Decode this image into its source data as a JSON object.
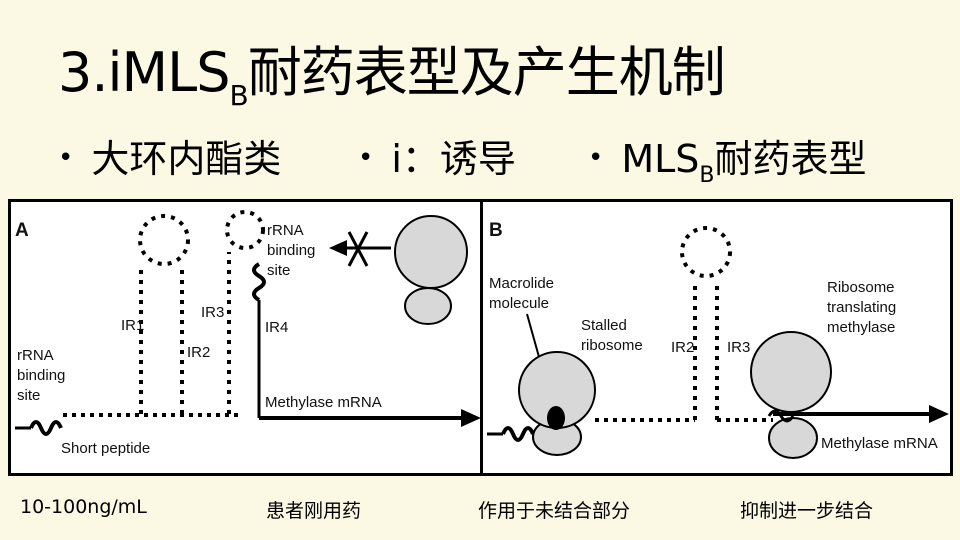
{
  "title": {
    "prefix": "3.iMLS",
    "sub": "B",
    "suffix": "耐药表型及产生机制"
  },
  "bullets": [
    {
      "text": "大环内酯类"
    },
    {
      "text": "i：诱导"
    },
    {
      "prefix": "MLS",
      "sub": "B",
      "suffix": "耐药表型"
    }
  ],
  "panel_a": {
    "letter": "A",
    "rrna_left": [
      "rRNA",
      "binding",
      "site"
    ],
    "ir1": "IR1",
    "ir2": "IR2",
    "ir3": "IR3",
    "ir4": "IR4",
    "rrna_right": [
      "rRNA",
      "binding",
      "site"
    ],
    "short_peptide": "Short peptide",
    "methylase_mrna": "Methylase mRNA"
  },
  "panel_b": {
    "letter": "B",
    "macrolide": [
      "Macrolide",
      "molecule"
    ],
    "stalled": [
      "Stalled",
      "ribosome"
    ],
    "ir2": "IR2",
    "ir3": "IR3",
    "ribosome_translating": [
      "Ribosome",
      "translating",
      "methylase"
    ],
    "methylase_mrna": "Methylase mRNA"
  },
  "captions": [
    "10-100ng/mL",
    "患者刚用药",
    "作用于未结合部分",
    "抑制进一步结合"
  ]
}
